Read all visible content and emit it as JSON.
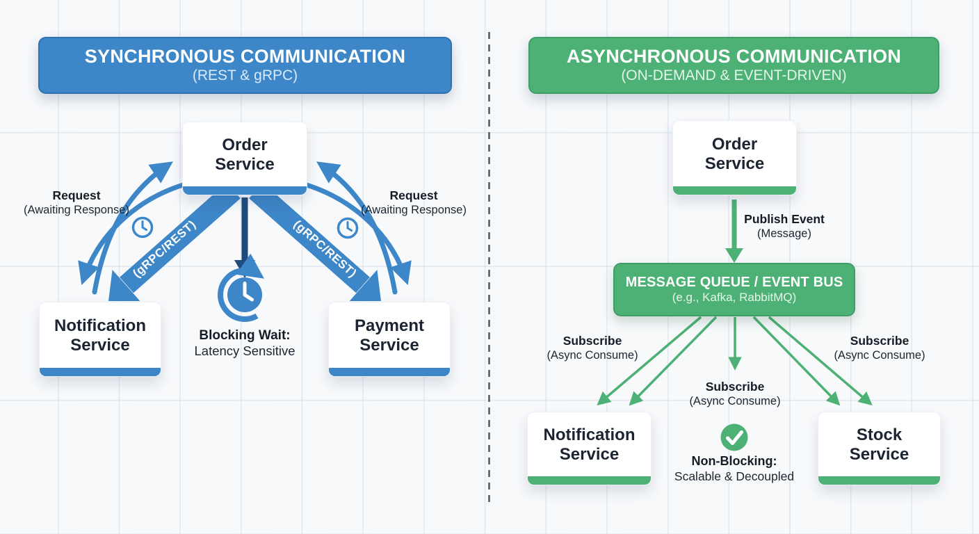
{
  "left_panel": {
    "header": {
      "title": "SYNCHRONOUS COMMUNICATION",
      "subtitle": "(REST & gRPC)"
    },
    "accent_color": "#3d86c8",
    "blocking_arrow_color": "#1e4b7d",
    "nodes": {
      "order": "Order\nService",
      "notification": "Notification\nService",
      "payment": "Payment\nService"
    },
    "request_label": {
      "title": "Request",
      "subtitle": "(Awaiting Response)"
    },
    "band_label": "(gRPC/REST)",
    "blocking_label": {
      "title": "Blocking Wait:",
      "subtitle": "Latency Sensitive"
    },
    "icons": [
      "clock-icon",
      "clock-icon",
      "blocking-wait-clock-icon"
    ]
  },
  "right_panel": {
    "header": {
      "title": "ASYNCHRONOUS COMMUNICATION",
      "subtitle": "(ON-DEMAND & EVENT-DRIVEN)"
    },
    "accent_color": "#4db175",
    "nodes": {
      "order": "Order\nService",
      "notification": "Notification\nService",
      "stock": "Stock\nService"
    },
    "queue": {
      "title": "MESSAGE QUEUE / EVENT BUS",
      "subtitle": "(e.g., Kafka, RabbitMQ)"
    },
    "publish_label": {
      "title": "Publish Event",
      "subtitle": "(Message)"
    },
    "subscribe_label": {
      "title": "Subscribe",
      "subtitle": "(Async Consume)"
    },
    "nonblocking_label": {
      "title": "Non-Blocking:",
      "subtitle": "Scalable & Decoupled"
    },
    "icons": [
      "check-circle-icon"
    ]
  }
}
